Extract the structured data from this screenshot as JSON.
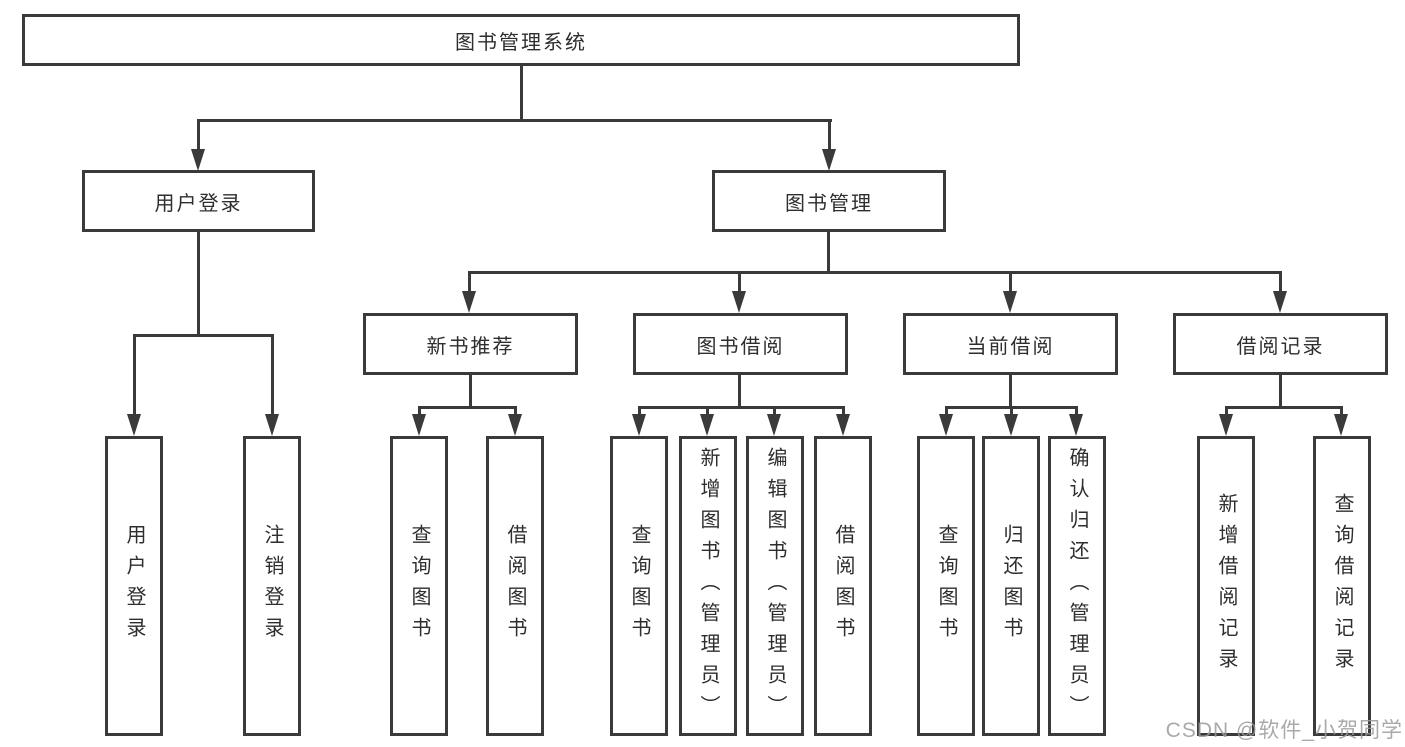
{
  "root": {
    "label": "图书管理系统"
  },
  "level2": [
    {
      "id": "user-login",
      "label": "用户登录"
    },
    {
      "id": "book-management",
      "label": "图书管理"
    }
  ],
  "level3": [
    {
      "id": "new-book-recommend",
      "parent": "图书管理",
      "label": "新书推荐"
    },
    {
      "id": "book-borrow",
      "parent": "图书管理",
      "label": "图书借阅"
    },
    {
      "id": "current-borrow",
      "parent": "图书管理",
      "label": "当前借阅"
    },
    {
      "id": "borrow-records",
      "parent": "图书管理",
      "label": "借阅记录"
    }
  ],
  "leaves": [
    {
      "parent": "用户登录",
      "label": "用户登录"
    },
    {
      "parent": "用户登录",
      "label": "注销登录"
    },
    {
      "parent": "新书推荐",
      "label": "查询图书"
    },
    {
      "parent": "新书推荐",
      "label": "借阅图书"
    },
    {
      "parent": "图书借阅",
      "label": "查询图书"
    },
    {
      "parent": "图书借阅",
      "label": "新增图书（管理员）"
    },
    {
      "parent": "图书借阅",
      "label": "编辑图书（管理员）"
    },
    {
      "parent": "图书借阅",
      "label": "借阅图书"
    },
    {
      "parent": "当前借阅",
      "label": "查询图书"
    },
    {
      "parent": "当前借阅",
      "label": "归还图书"
    },
    {
      "parent": "当前借阅",
      "label": "确认归还（管理员）"
    },
    {
      "parent": "借阅记录",
      "label": "新增借阅记录"
    },
    {
      "parent": "借阅记录",
      "label": "查询借阅记录"
    }
  ],
  "watermark": "CSDN @软件_小贺同学",
  "colors": {
    "line": "#3a3a3a",
    "text": "#2e2e2e",
    "watermark": "#9b9b9b",
    "background": "#ffffff"
  }
}
